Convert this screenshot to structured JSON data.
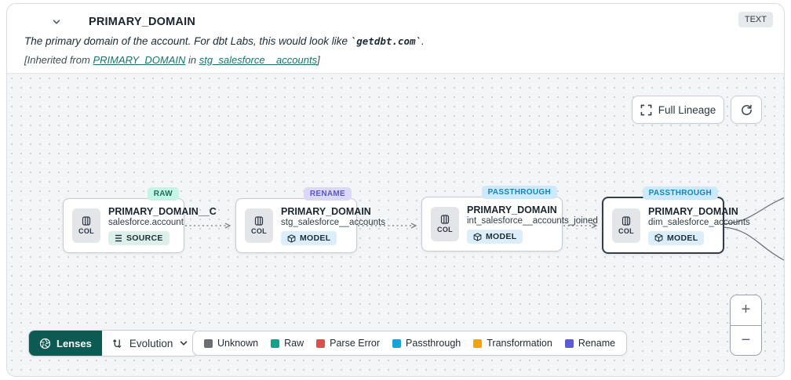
{
  "header": {
    "title": "PRIMARY_DOMAIN",
    "type_badge": "TEXT",
    "description_prefix": "The primary domain of the account. For dbt Labs, this would look like ",
    "description_code": "`getdbt.com`",
    "description_suffix": ".",
    "inherited_prefix": "[Inherited from ",
    "inherited_link_column": "PRIMARY_DOMAIN",
    "inherited_middle": " in ",
    "inherited_link_model": "stg_salesforce__accounts",
    "inherited_suffix": "]"
  },
  "canvas": {
    "full_lineage_label": "Full Lineage",
    "col_chip_label": "COL",
    "nodes": [
      {
        "badge": "RAW",
        "badge_bg": "#c4f4e4",
        "badge_fg": "#1d6f5d",
        "title": "PRIMARY_DOMAIN__C",
        "subtitle": "salesforce.account",
        "kind": "SOURCE"
      },
      {
        "badge": "RENAME",
        "badge_bg": "#dbd9fa",
        "badge_fg": "#5854d8",
        "title": "PRIMARY_DOMAIN",
        "subtitle": "stg_salesforce__accounts",
        "kind": "MODEL"
      },
      {
        "badge": "PASSTHROUGH",
        "badge_bg": "#cdeafd",
        "badge_fg": "#0f86c0",
        "title": "PRIMARY_DOMAIN",
        "subtitle": "int_salesforce__accounts_joined",
        "kind": "MODEL"
      },
      {
        "badge": "PASSTHROUGH",
        "badge_bg": "#cdeafd",
        "badge_fg": "#0f86c0",
        "title": "PRIMARY_DOMAIN",
        "subtitle": "dim_salesforce_accounts",
        "kind": "MODEL"
      }
    ]
  },
  "toolbar": {
    "lenses_label": "Lenses",
    "lens_selected": "Evolution"
  },
  "legend": [
    {
      "label": "Unknown",
      "color": "#6a6d72"
    },
    {
      "label": "Raw",
      "color": "#16a28a"
    },
    {
      "label": "Parse Error",
      "color": "#d8524c"
    },
    {
      "label": "Passthrough",
      "color": "#16a3da"
    },
    {
      "label": "Transformation",
      "color": "#f4a306"
    },
    {
      "label": "Rename",
      "color": "#5c5ad4"
    }
  ],
  "zoom": {
    "in_label": "+",
    "out_label": "−"
  },
  "colors": {
    "accent_green": "#0c5a52",
    "link_teal": "#18756c",
    "canvas_bg": "#f4f5f7"
  }
}
